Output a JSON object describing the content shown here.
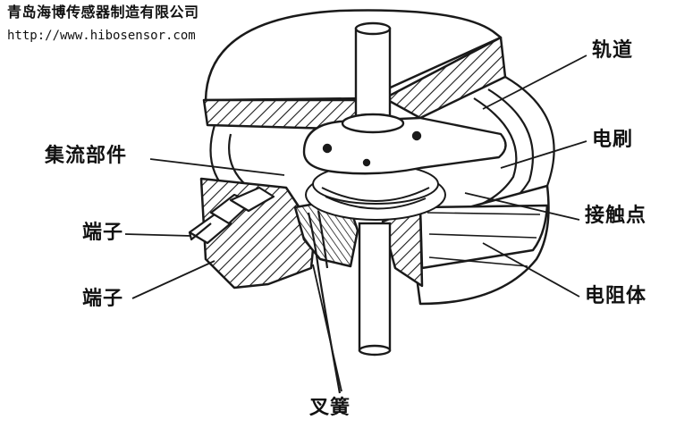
{
  "header": {
    "company": "青岛海博传感器制造有限公司",
    "url": "http://www.hibosensor.com"
  },
  "labels": {
    "track": "轨道",
    "brush": "电刷",
    "collector": "集流部件",
    "contact_point": "接触点",
    "terminal_1": "端子",
    "resistor": "电阻体",
    "terminal_2": "端子",
    "fork_spring": "叉簧"
  },
  "colors": {
    "ink": "#1a1a1a",
    "background": "#ffffff"
  }
}
